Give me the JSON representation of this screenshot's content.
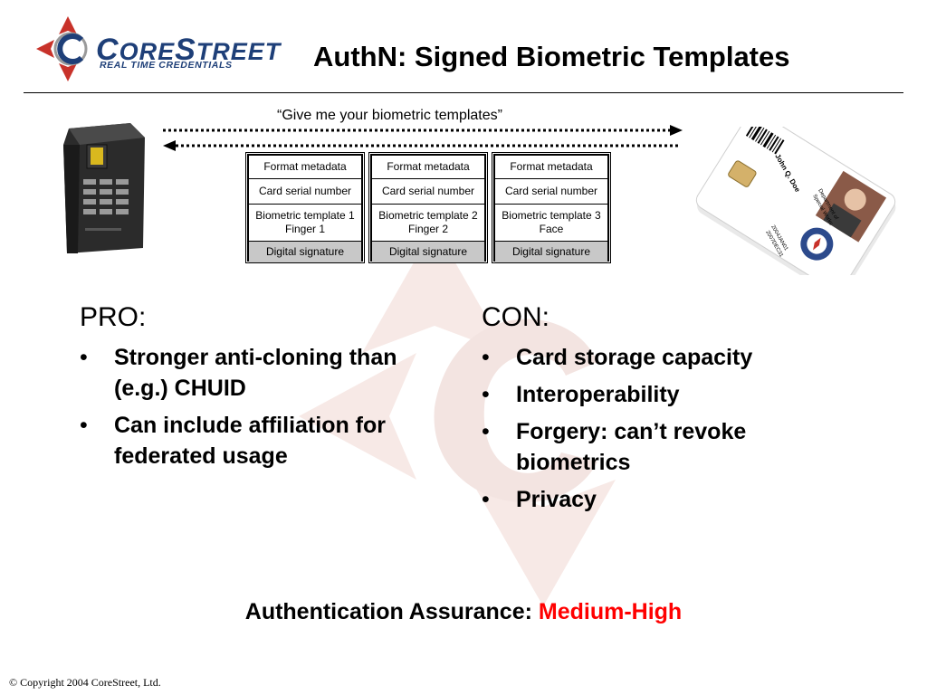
{
  "logo": {
    "name_first": "C",
    "name_rest_a": "ORE",
    "name_s": "S",
    "name_rest_b": "TREET",
    "tagline": "REAL TIME CREDENTIALS"
  },
  "title": "AuthN:  Signed Biometric Templates",
  "request_text": "“Give me your biometric templates”",
  "templates": [
    {
      "format": "Format metadata",
      "serial": "Card serial number",
      "biometric_line1": "Biometric template 1",
      "biometric_line2": "Finger 1",
      "signature": "Digital signature"
    },
    {
      "format": "Format metadata",
      "serial": "Card serial number",
      "biometric_line1": "Biometric template 2",
      "biometric_line2": "Finger 2",
      "signature": "Digital signature"
    },
    {
      "format": "Format metadata",
      "serial": "Card serial number",
      "biometric_line1": "Biometric template 3",
      "biometric_line2": "Face",
      "signature": "Digital signature"
    }
  ],
  "id_card": {
    "name": "John Q. Doe",
    "department_line1": "Department of",
    "department_line2": "Special Works",
    "date_line1": "2004JAN01",
    "date_line2": "2007DEC31"
  },
  "pro": {
    "heading": "PRO:",
    "bullet_char": "•",
    "items": [
      "Stronger anti-cloning than (e.g.) CHUID",
      "Can include affiliation for federated usage"
    ]
  },
  "con": {
    "heading": "CON:",
    "bullet_char": "•",
    "items": [
      "Card storage capacity",
      "Interoperability",
      "Forgery:  can’t revoke biometrics",
      "Privacy"
    ]
  },
  "assurance": {
    "label": "Authentication Assurance:  ",
    "value": "Medium-High"
  },
  "copyright": "© Copyright 2004 CoreStreet, Ltd.",
  "colors": {
    "brand_blue": "#1e3f78",
    "brand_red": "#c8322a",
    "accent_red": "#ff0000",
    "watermark": "#f6e7e4"
  }
}
